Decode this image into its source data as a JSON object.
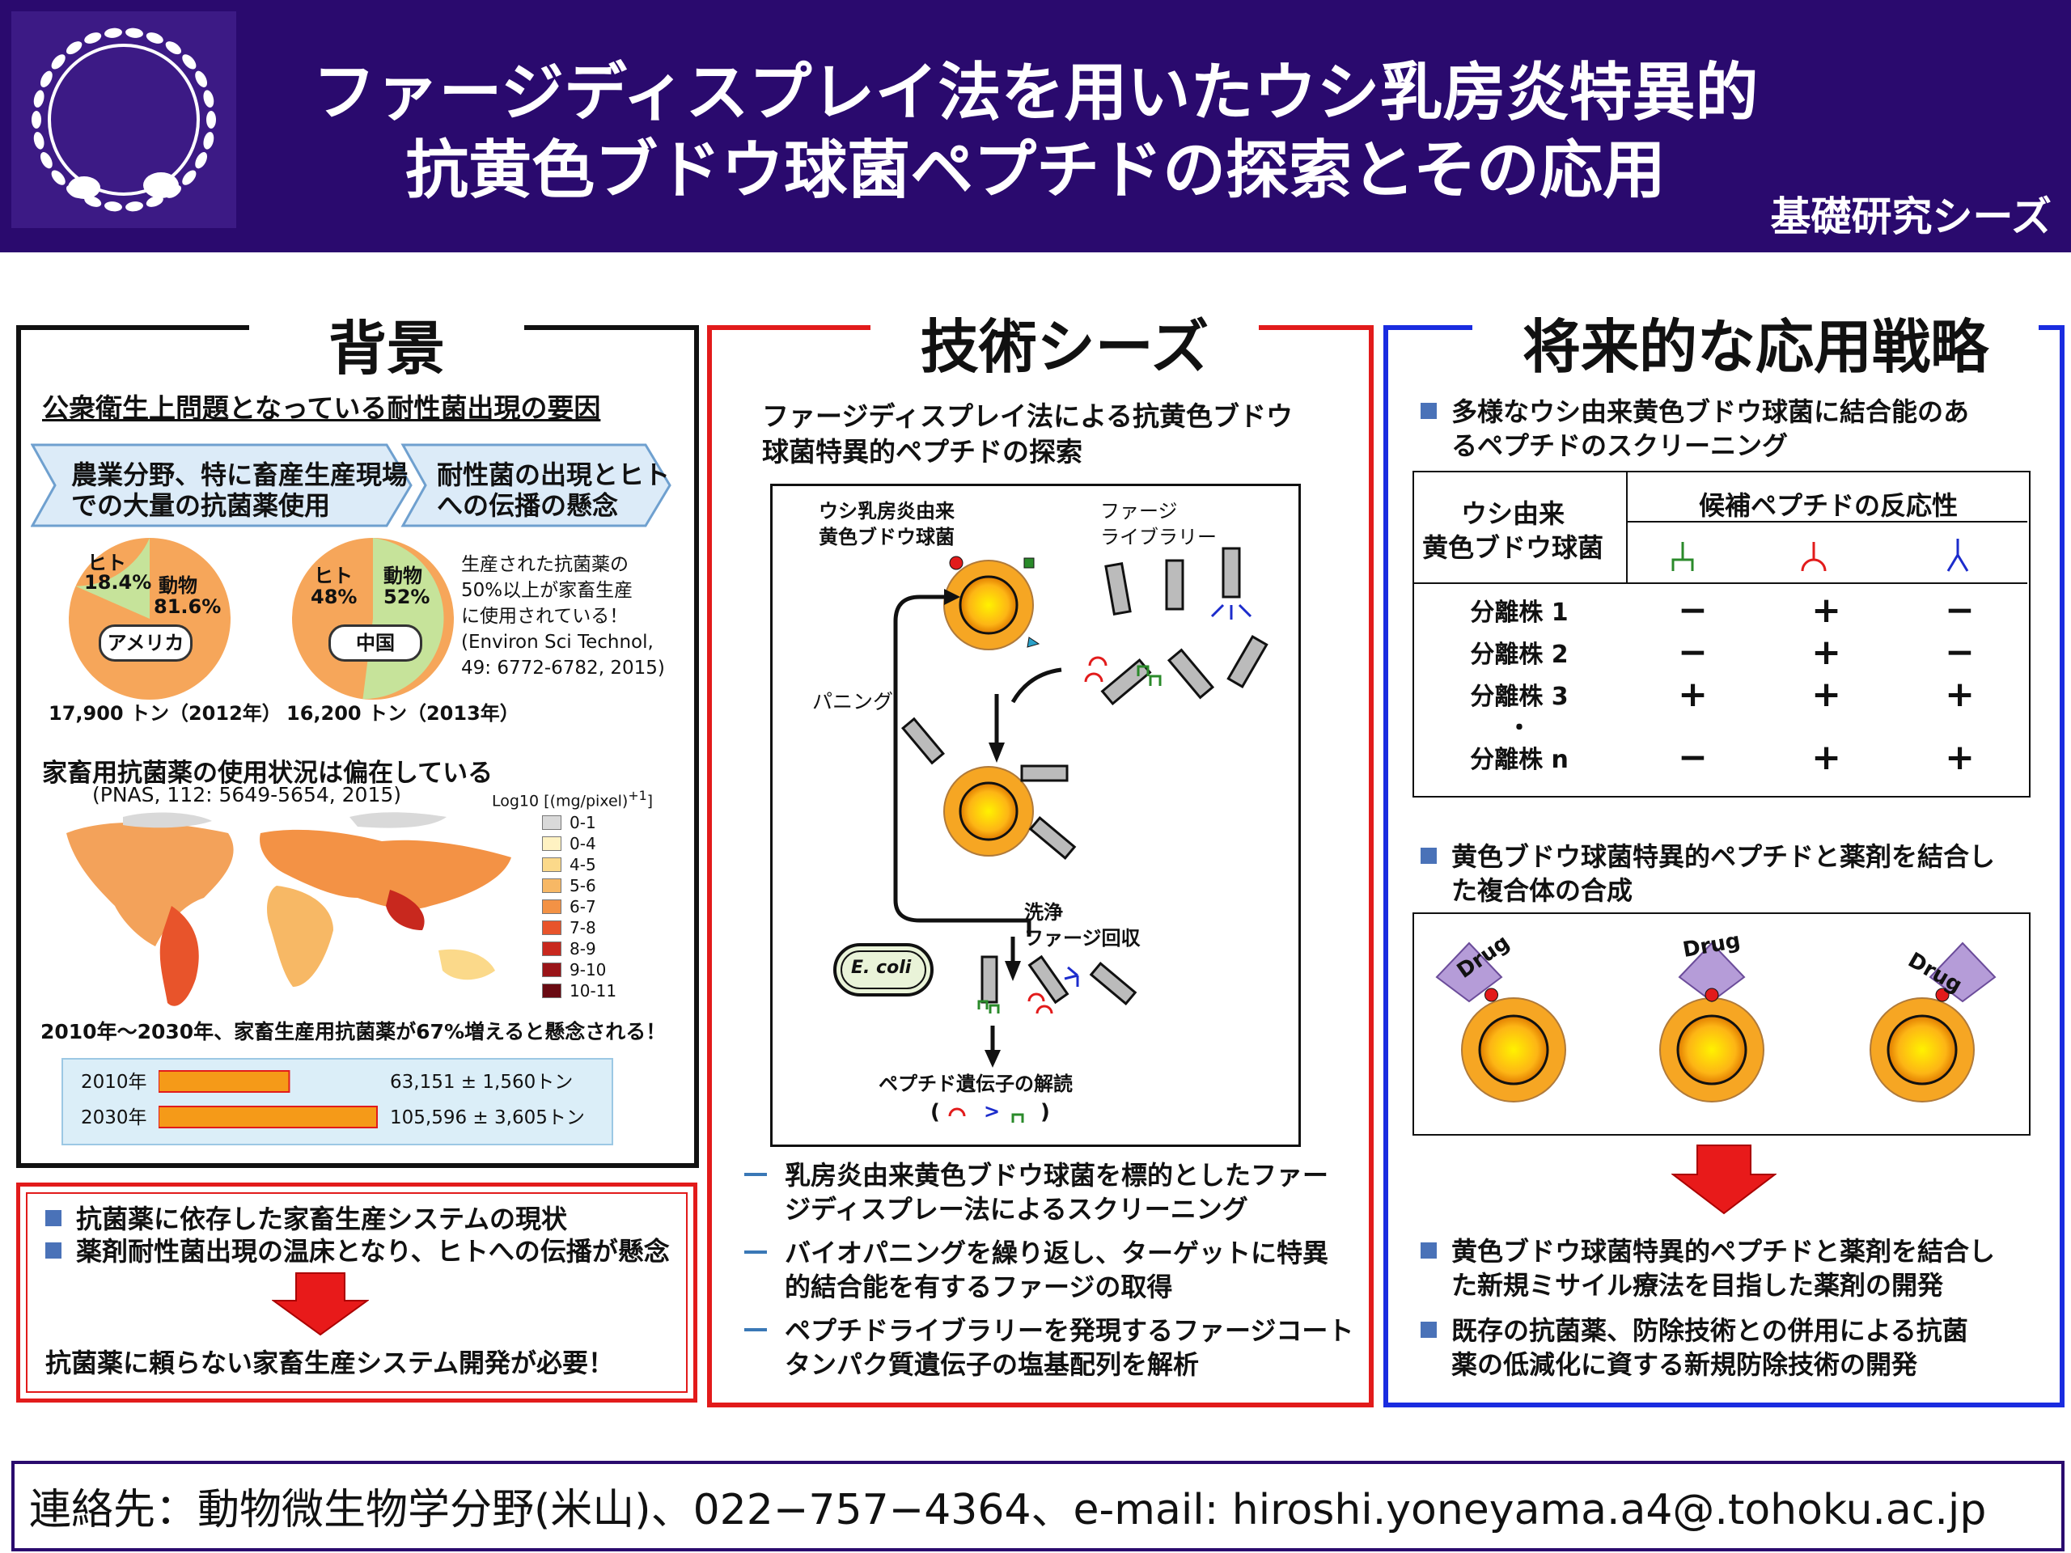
{
  "header": {
    "title_line1": "ファージディスプレイ法を用いたウシ乳房炎特異的",
    "title_line2": "抗黄色ブドウ球菌ペプチドの探索とその応用",
    "subtitle": "基礎研究シーズ",
    "accent_color": "#2a0a6e"
  },
  "background": {
    "title": "背景",
    "heading": "公衆衛生上問題となっている耐性菌出現の要因",
    "chevron1": [
      "農業分野、特に畜産生産現場",
      "での大量の抗菌薬使用"
    ],
    "chevron2": [
      "耐性菌の出現とヒト",
      "への伝播の懸念"
    ],
    "pies": [
      {
        "country": "アメリカ",
        "human_label": "ヒト",
        "human_pct": "18.4%",
        "animal_label": "動物",
        "animal_pct": "81.6%",
        "human_value": 18.4,
        "animal_value": 81.6,
        "caption": "17,900 トン（2012年）"
      },
      {
        "country": "中国",
        "human_label": "ヒト",
        "human_pct": "48%",
        "animal_label": "動物",
        "animal_pct": "52%",
        "human_value": 48,
        "animal_value": 52,
        "caption": "16,200 トン（2013年）"
      }
    ],
    "pie_note": [
      "生産された抗菌薬の",
      "50%以上が家畜生産",
      "に使用されている！",
      "(Environ Sci Technol,",
      "49: 6772-6782, 2015)"
    ],
    "map_heading": "家畜用抗菌薬の使用状況は偏在している",
    "map_citation": "(PNAS, 112: 5649-5654, 2015)",
    "legend_title": "Log10 [(mg/pixel)",
    "legend_sup": "+1",
    "legend_close": "]",
    "legend": [
      {
        "label": "0-1",
        "color": "#d9d9d9"
      },
      {
        "label": "0-4",
        "color": "#fff2c2"
      },
      {
        "label": "4-5",
        "color": "#fbd98a"
      },
      {
        "label": "5-6",
        "color": "#f7b865"
      },
      {
        "label": "6-7",
        "color": "#f39245"
      },
      {
        "label": "7-8",
        "color": "#e8542b"
      },
      {
        "label": "8-9",
        "color": "#c8281e"
      },
      {
        "label": "9-10",
        "color": "#9a1418"
      },
      {
        "label": "10-11",
        "color": "#6a0a12"
      }
    ],
    "forecast": "2010年～2030年、家畜生産用抗菌薬が67%増えると懸念される！",
    "bars": [
      {
        "year": "2010年",
        "value_text": "63,151 ± 1,560トン",
        "value": 63151
      },
      {
        "year": "2030年",
        "value_text": "105,596 ± 3,605トン",
        "value": 105596
      }
    ],
    "bars_max": 105596
  },
  "problem": {
    "bullets": [
      "抗菌薬に依存した家畜生産システムの現状",
      "薬剤耐性菌出現の温床となり、ヒトへの伝播が懸念"
    ],
    "conclusion": "抗菌薬に頼らない家畜生産システム開発が必要！"
  },
  "tech": {
    "title": "技術シーズ",
    "heading": [
      "ファージディスプレイ法による抗黄色ブドウ",
      "球菌特異的ペプチドの探索"
    ],
    "diagram": {
      "label_target": [
        "ウシ乳房炎由来",
        "黄色ブドウ球菌"
      ],
      "label_library": [
        "ファージ",
        "ライブラリー"
      ],
      "label_panning": "パニング",
      "label_wash": [
        "洗浄",
        "ファージ回収"
      ],
      "label_ecoli": "E. coli",
      "label_decode": "ペプチド遺伝子の解読",
      "label_order_open": "(",
      "label_order_mid": ">",
      "label_order_close": ")"
    },
    "bullets": [
      [
        "乳房炎由来黄色ブドウ球菌を標的としたファー",
        "ジディスプレー法によるスクリーニング"
      ],
      [
        "バイオパニングを繰り返し、ターゲットに特異",
        "的結合能を有するファージの取得"
      ],
      [
        "ペプチドライブラリーを発現するファージコート",
        "タンパク質遺伝子の塩基配列を解析"
      ]
    ]
  },
  "future": {
    "title": "将来的な応用戦略",
    "bullet1": [
      "多様なウシ由来黄色ブドウ球菌に結合能のあ",
      "るペプチドのスクリーニング"
    ],
    "table": {
      "row_header": [
        "ウシ由来",
        "黄色ブドウ球菌"
      ],
      "col_header": "候補ペプチドの反応性",
      "rows": [
        {
          "name": "分離株 1",
          "values": [
            "−",
            "+",
            "−"
          ]
        },
        {
          "name": "分離株 2",
          "values": [
            "−",
            "+",
            "−"
          ]
        },
        {
          "name": "分離株 3",
          "values": [
            "+",
            "+",
            "+"
          ]
        },
        {
          "name": "・",
          "values": [
            "",
            "",
            ""
          ]
        },
        {
          "name": "分離株 n",
          "values": [
            "−",
            "+",
            "+"
          ]
        }
      ]
    },
    "bullet2": [
      "黄色ブドウ球菌特異的ペプチドと薬剤を結合し",
      "た複合体の合成"
    ],
    "drug_label": "Drug",
    "bullets_bottom": [
      [
        "黄色ブドウ球菌特異的ペプチドと薬剤を結合し",
        "た新規ミサイル療法を目指した薬剤の開発"
      ],
      [
        "既存の抗菌薬、防除技術との併用による抗菌",
        "薬の低減化に資する新規防除技術の開発"
      ]
    ]
  },
  "footer": {
    "contact": "連絡先：動物微生物学分野(米山)、022−757−4364、e-mail: hiroshi.yoneyama.a4@.tohoku.ac.jp"
  }
}
